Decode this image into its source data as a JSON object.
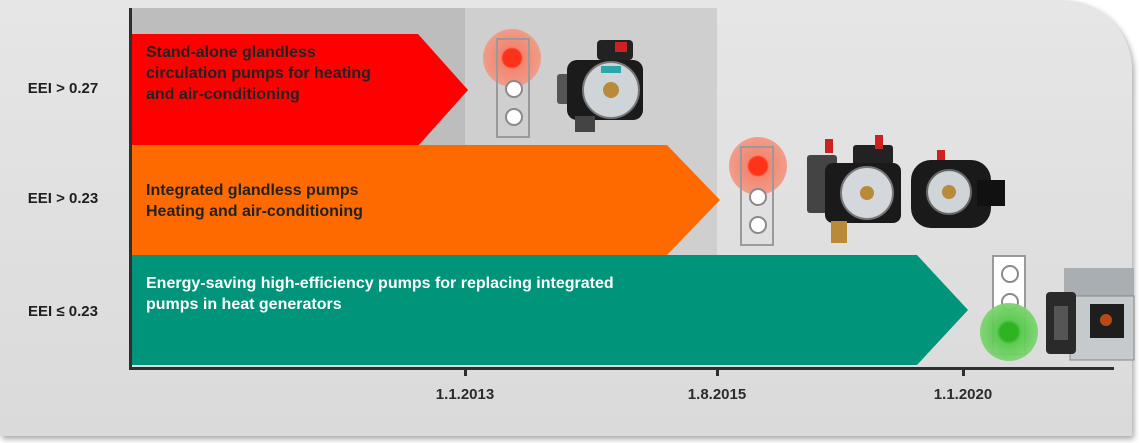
{
  "eei_levels": [
    {
      "label": "EEI > 0.27"
    },
    {
      "label": "EEI > 0.23"
    },
    {
      "label": "EEI ≤ 0.23"
    }
  ],
  "arrows": [
    {
      "lines": [
        "Stand-alone glandless",
        "circulation pumps for heating",
        "and air-conditioning"
      ],
      "color": "#ff0000",
      "text_color": "#222222"
    },
    {
      "lines": [
        "Integrated glandless pumps",
        "Heating and air-conditioning"
      ],
      "color": "#ff6a00",
      "text_color": "#222222"
    },
    {
      "lines": [
        "Energy-saving high-efficiency  pumps for replacing integrated",
        "pumps in heat generators"
      ],
      "color": "#00957a",
      "text_color": "#ffffff"
    }
  ],
  "dates": [
    "1.1.2013",
    "1.8.2015",
    "1.1.2020"
  ],
  "traffic_lights": [
    {
      "active_lamp": "top",
      "color": "red"
    },
    {
      "active_lamp": "top",
      "color": "red"
    },
    {
      "active_lamp": "bottom",
      "color": "green"
    }
  ],
  "colors": {
    "axis": "#2e2e2e",
    "band_2013": "#bdbdbd",
    "band_2015": "#cfcfcf",
    "backdrop": "#e0e0e0"
  },
  "icons": [
    "traffic-light-icon",
    "circulation-pump-icon"
  ]
}
